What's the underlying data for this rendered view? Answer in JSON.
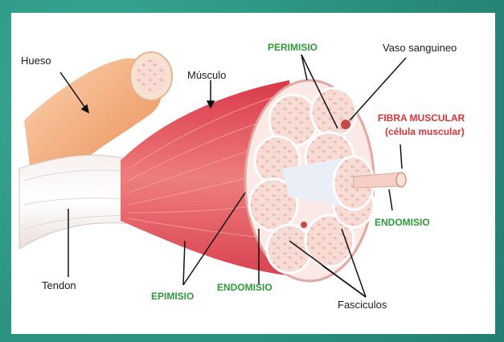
{
  "labels": {
    "hueso": "Hueso",
    "musculo": "Músculo",
    "perimisio": "PERIMISIO",
    "vaso": "Vaso sanguineo",
    "fibra_line1": "FIBRA MUSCULAR",
    "fibra_line2": "(célula muscular)",
    "endomisio_right": "ENDOMISIO",
    "endomisio_bottom": "ENDOMISIO",
    "epimisio": "EPIMISIO",
    "tendon": "Tendon",
    "fasciculos": "Fasciculos"
  },
  "colors": {
    "muscle": "#e0505a",
    "tendon": "#f3ecea",
    "bone": "#f2b48a",
    "fascicle": "#f6d6d0",
    "green_label": "#2e9a3a",
    "red_label": "#d8323a",
    "background": "#2f9c8a"
  }
}
